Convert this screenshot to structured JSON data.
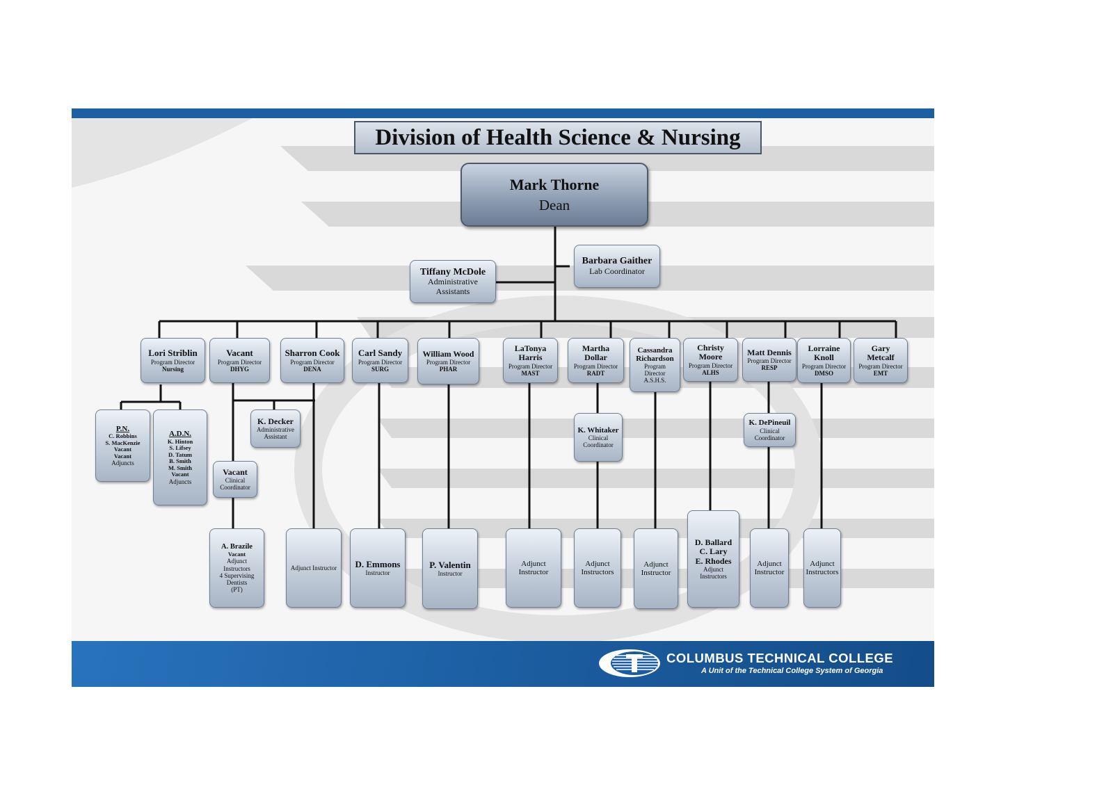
{
  "title": "Division of Health Science & Nursing",
  "dean": {
    "name": "Mark Thorne",
    "role": "Dean"
  },
  "lab": {
    "name": "Barbara Gaither",
    "role": "Lab Coordinator"
  },
  "admin": {
    "name": "Tiffany McDole",
    "role_line1": "Administrative",
    "role_line2": "Assistants"
  },
  "directors": {
    "striblin": {
      "name": "Lori Striblin",
      "role": "Program Director",
      "program": "Nursing"
    },
    "vacant": {
      "name": "Vacant",
      "role": "Program Director",
      "program": "DHYG"
    },
    "cook": {
      "name": "Sharron Cook",
      "role": "Program Director",
      "program": "DENA"
    },
    "sandy": {
      "name": "Carl Sandy",
      "role": "Program Director",
      "program": "SURG"
    },
    "wood": {
      "name": "William Wood",
      "role": "Program Director",
      "program": "PHAR"
    },
    "harris": {
      "name1": "LaTonya",
      "name2": "Harris",
      "role": "Program Director",
      "program": "MAST"
    },
    "dollar": {
      "name1": "Martha",
      "name2": "Dollar",
      "role": "Program Director",
      "program": "RADT"
    },
    "richardson": {
      "name1": "Cassandra",
      "name2": "Richardson",
      "role1": "Program",
      "role2": "Director",
      "program": "A.S.H.S."
    },
    "moore": {
      "name1": "Christy",
      "name2": "Moore",
      "role": "Program Director",
      "program": "ALHS"
    },
    "dennis": {
      "name": "Matt Dennis",
      "role": "Program Director",
      "program": "RESP"
    },
    "knoll": {
      "name1": "Lorraine",
      "name2": "Knoll",
      "role": "Program Director",
      "program": "DMSO"
    },
    "metcalf": {
      "name1": "Gary",
      "name2": "Metcalf",
      "role": "Program Director",
      "program": "EMT"
    }
  },
  "pn": {
    "heading": "P.N.",
    "lines": [
      "C. Robbins",
      "S. MacKenzie",
      "Vacant",
      "Vacant"
    ],
    "footer": "Adjuncts"
  },
  "adn": {
    "heading": "A.D.N.",
    "lines": [
      "K. Hinton",
      "S. Lifsey",
      "D. Tatum",
      "B. Smith",
      "M. Smith",
      "Vacant"
    ],
    "footer": "Adjuncts"
  },
  "decker": {
    "name": "K. Decker",
    "role1": "Administrative",
    "role2": "Assistant"
  },
  "vacant_clinical": {
    "name": "Vacant",
    "role1": "Clinical",
    "role2": "Coordinator"
  },
  "whitaker": {
    "name": "K. Whitaker",
    "role1": "Clinical",
    "role2": "Coordinator"
  },
  "depineuil": {
    "name": "K. DePineuil",
    "role1": "Clinical",
    "role2": "Coordinator"
  },
  "brazile": {
    "name": "A. Brazile",
    "bold": "Vacant",
    "lines": [
      "Adjunct",
      "Instructors",
      "4 Supervising",
      "Dentists",
      "(PT)"
    ]
  },
  "bottom": {
    "cook_adj": "Adjunct Instructor",
    "emmons": {
      "name": "D. Emmons",
      "role": "Instructor"
    },
    "valentin": {
      "name": "P. Valentin",
      "role": "Instructor"
    },
    "harris_adj": {
      "l1": "Adjunct",
      "l2": "Instructor"
    },
    "dollar_adj": {
      "l1": "Adjunct",
      "l2": "Instructors"
    },
    "rich_adj": {
      "l1": "Adjunct",
      "l2": "Instructor"
    },
    "moore_team": {
      "names": [
        "D. Ballard",
        "C. Lary",
        "E. Rhodes"
      ],
      "l1": "Adjunct",
      "l2": "Instructors"
    },
    "dennis_adj": {
      "l1": "Adjunct",
      "l2": "Instructor"
    },
    "knoll_adj": {
      "l1": "Adjunct",
      "l2": "Instructors"
    }
  },
  "footer": {
    "college": "COLUMBUS TECHNICAL COLLEGE",
    "tagline": "A Unit of the Technical College System of Georgia"
  },
  "colors": {
    "bar": "#1c5fa3",
    "box_border": "#6f7f93",
    "connector": "#111111"
  }
}
